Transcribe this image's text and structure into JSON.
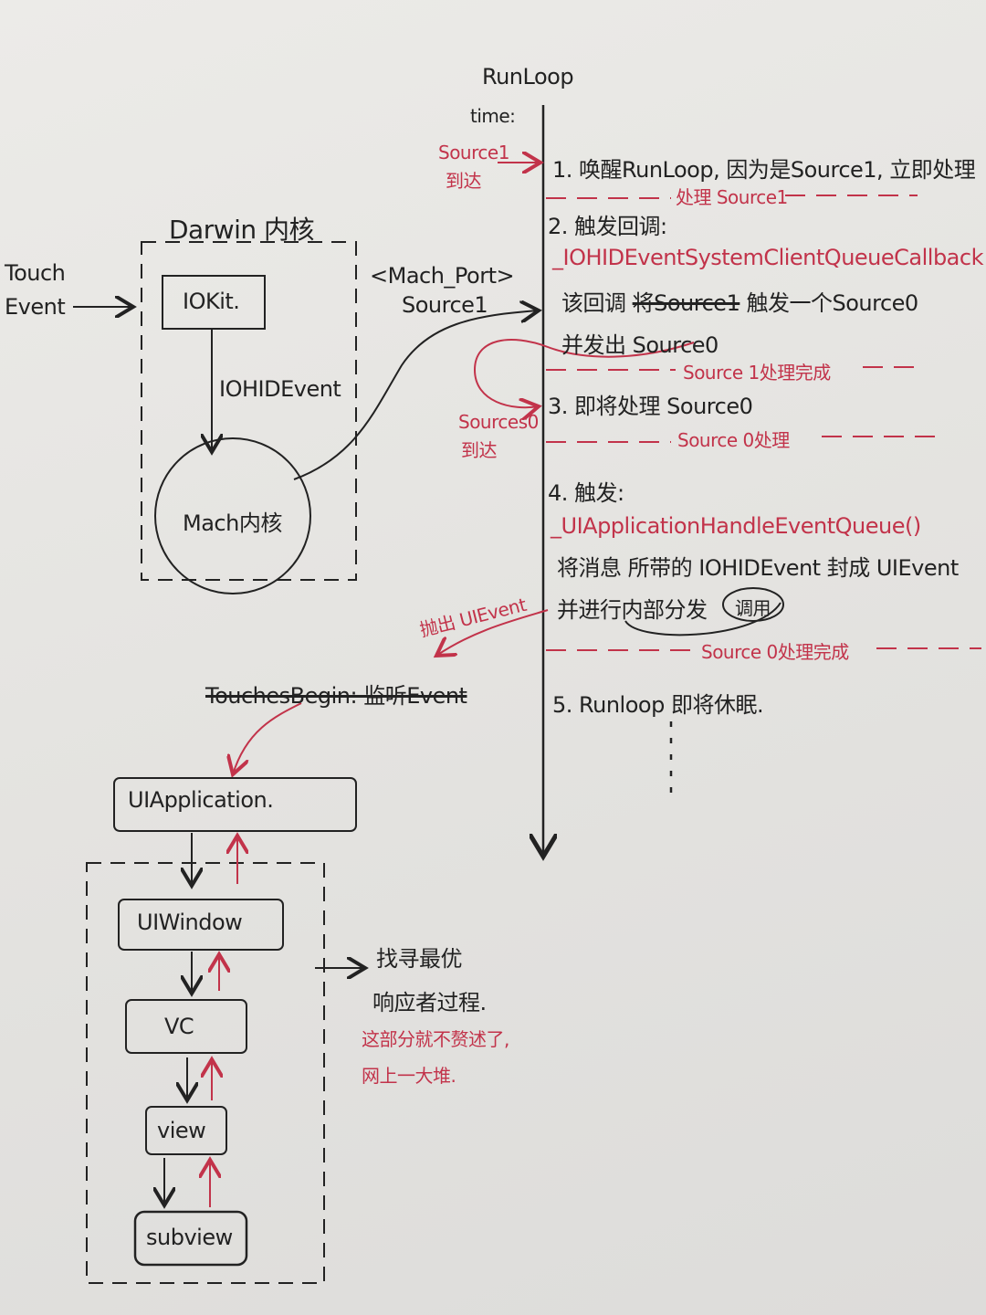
{
  "colors": {
    "ink": "#222222",
    "red_ink": "#c2334a",
    "paper": "#e8e6e3"
  },
  "runloop": {
    "title": "RunLoop",
    "time_label": "time:",
    "source1_arrive": [
      "Source1",
      "到达"
    ],
    "step1": "1. 唤醒RunLoop, 因为是Source1, 立即处理",
    "divider1": "处理 Source1",
    "step2": "2. 触发回调:",
    "step2_callback": "_IOHIDEventSystemClientQueueCallback",
    "step2_line1_a": "该回调",
    "step2_line1_struck": "将Source1",
    "step2_line1_b": "触发一个Source0",
    "step2_line2": "并发出 Source0",
    "divider2": "Source 1处理完成",
    "source0_arrive": [
      "Sources0",
      "到达"
    ],
    "step3": "3. 即将处理 Source0",
    "divider3": "Source 0处理",
    "step4": "4. 触发:",
    "step4_callback": "_UIApplicationHandleEventQueue()",
    "step4_line1": "将消息 所带的 IOHIDEvent 封成 UIEvent",
    "step4_line2": "并进行内部分发",
    "step4_circled": "调用",
    "divider4": "Source 0处理完成",
    "step5": "5. Runloop 即将休眠."
  },
  "kernel": {
    "title": "Darwin 内核",
    "touch_event": [
      "Touch",
      "Event"
    ],
    "iokit": "IOKit.",
    "iohid_event": "IOHIDEvent",
    "mach": "Mach内核",
    "mach_port": [
      "<Mach_Port>",
      "Source1"
    ]
  },
  "dispatch": {
    "throw_label": "抛出 UIEvent",
    "struck_note": "TouchesBegin: 监听Event"
  },
  "responder_chain": {
    "boxes": [
      "UIApplication.",
      "UIWindow",
      "VC",
      "view",
      "subview"
    ],
    "note": [
      "找寻最优",
      "响应者过程."
    ],
    "red_note": [
      "这部分就不赘述了,",
      "网上一大堆."
    ]
  }
}
